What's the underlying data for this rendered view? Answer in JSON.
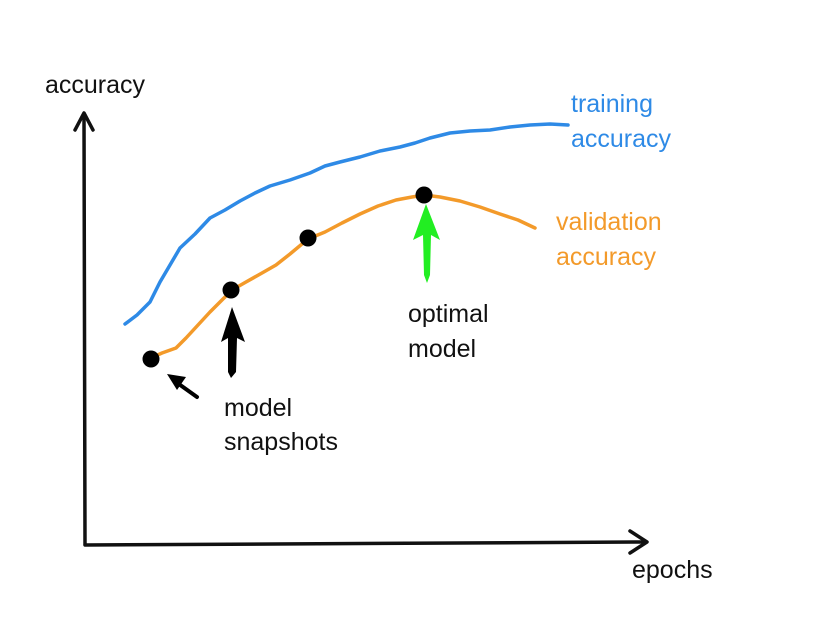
{
  "colors": {
    "training": "#2e8ae6",
    "validation": "#f39a2a",
    "axes": "#111111",
    "snapshot_marker": "#000000",
    "snapshot_arrow": "#000000",
    "optimal_arrow": "#22ee22"
  },
  "axes": {
    "y_label": "accuracy",
    "x_label": "epochs"
  },
  "curves": {
    "training_label_1": "training",
    "training_label_2": "accuracy",
    "validation_label_1": "validation",
    "validation_label_2": "accuracy"
  },
  "annotations": {
    "snapshots_1": "model",
    "snapshots_2": "snapshots",
    "optimal_1": "optimal",
    "optimal_2": "model"
  }
}
